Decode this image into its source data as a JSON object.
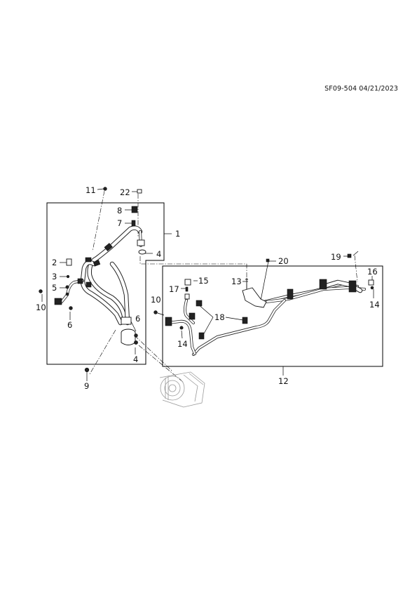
{
  "header": {
    "doc_code": "SF09-504 04/21/2023"
  },
  "callouts": {
    "c1": "1",
    "c2": "2",
    "c3": "3",
    "c4a": "4",
    "c4b": "4",
    "c5": "5",
    "c6a": "6",
    "c6b": "6",
    "c7": "7",
    "c8": "8",
    "c9": "9",
    "c10a": "10",
    "c10b": "10",
    "c11": "11",
    "c12": "12",
    "c13": "13",
    "c14a": "14",
    "c14b": "14",
    "c15": "15",
    "c16": "16",
    "c17": "17",
    "c18": "18",
    "c19": "19",
    "c20": "20",
    "c22": "22"
  },
  "icons": {
    "hose": "ac-hose-assembly-icon",
    "pipe": "ac-pipe-assembly-icon",
    "compressor": "ac-compressor-icon",
    "fastener": "bolt-nut-clip-icon"
  }
}
